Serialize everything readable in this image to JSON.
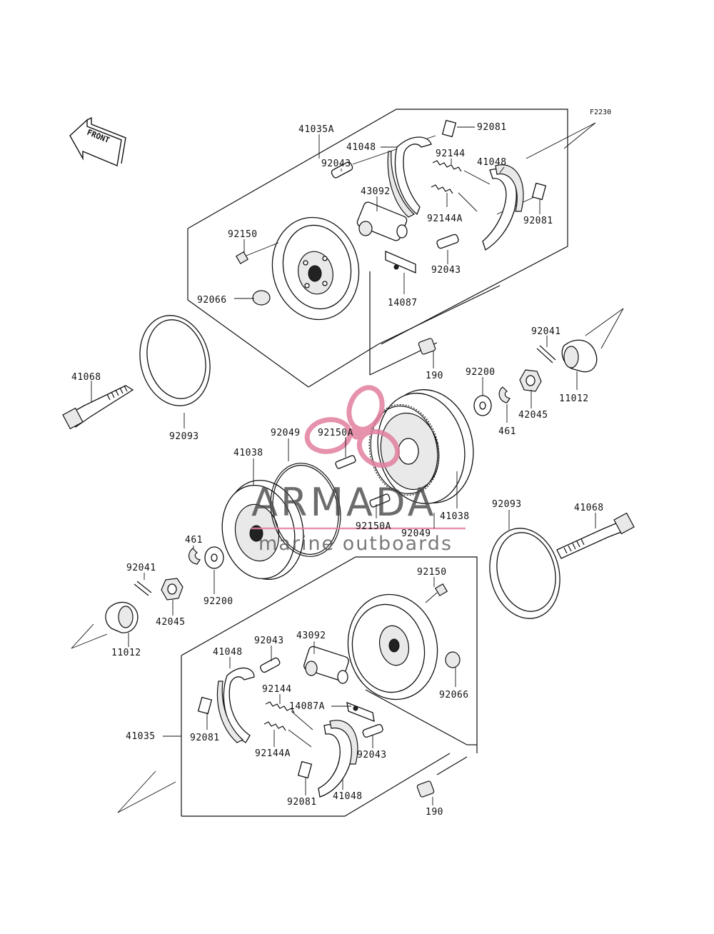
{
  "figure": {
    "code": "F2230"
  },
  "front_indicator": {
    "label": "FRONT"
  },
  "watermark": {
    "brand": "ARMADA",
    "tagline": "marine outboards",
    "color_pink": "#e2809e",
    "color_gray": "#444444"
  },
  "labels": {
    "p41035A": "41035A",
    "p92081_t": "92081",
    "p41048_t1": "41048",
    "p92144_t": "92144",
    "p41048_t2": "41048",
    "p92043_t1": "92043",
    "p43092_t": "43092",
    "p92144A_t": "92144A",
    "p92081_t2": "92081",
    "p92150_t": "92150",
    "p92043_t2": "92043",
    "p92066_t": "92066",
    "p14087": "14087",
    "p92041_r": "92041",
    "p41068_l": "41068",
    "p190_t": "190",
    "p92200_r": "92200",
    "p11012_r": "11012",
    "p42045_r": "42045",
    "p461_r": "461",
    "p92093_l": "92093",
    "p92049_t": "92049",
    "p92150A_t": "92150A",
    "p41038_l": "41038",
    "p41038_r": "41038",
    "p92150A_b": "92150A",
    "p92049_b": "92049",
    "p92093_r": "92093",
    "p41068_r": "41068",
    "p461_l": "461",
    "p92041_l": "92041",
    "p92200_l": "92200",
    "p42045_l": "42045",
    "p11012_l": "11012",
    "p92150_b": "92150",
    "p92043_b1": "92043",
    "p43092_b": "43092",
    "p41048_b1": "41048",
    "p92144_b": "92144",
    "p14087A": "14087A",
    "p92066_b": "92066",
    "p41035": "41035",
    "p92081_b1": "92081",
    "p92144A_b": "92144A",
    "p92043_b2": "92043",
    "p92081_b2": "92081",
    "p41048_b2": "41048",
    "p190_b": "190"
  }
}
